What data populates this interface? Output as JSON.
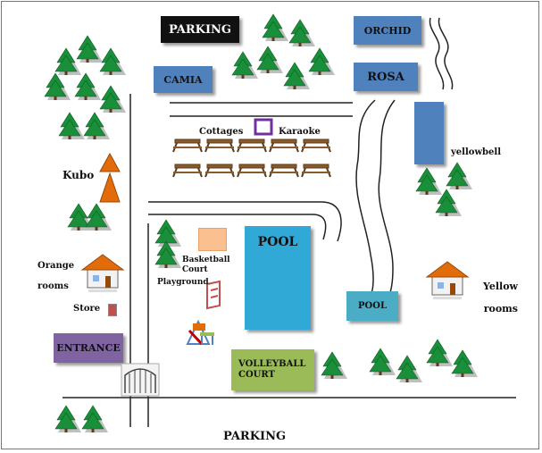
{
  "places": {
    "parking_top": "PARKING",
    "orchid": "ORCHID",
    "camia": "CAMIA",
    "rosa": "ROSA",
    "cottages": "Cottages",
    "karaoke": "Karaoke",
    "yellowbell": "yellowbell",
    "kubo": "Kubo",
    "pool_main": "POOL",
    "basketball_court": "Basketball Court",
    "playground": "Playground",
    "orange_rooms": "Orange rooms",
    "store": "Store",
    "pool_small": "POOL",
    "yellow_rooms": "Yellow rooms",
    "entrance": "ENTRANCE",
    "volleyball_court": "VOLLEYBALL COURT",
    "parking_bottom": "PARKING"
  },
  "colors": {
    "parking_box": "#111111",
    "building_blue": "#4f81bd",
    "pool_cyan": "#31a9d6",
    "small_pool": "#4bacc6",
    "entrance_purple": "#8064a2",
    "volleyball_green": "#9bbb59",
    "basketball_orange": "#fac090",
    "tree_green": "#1a8f3a",
    "tent_orange": "#e36c0a",
    "karaoke_purple": "#7030a0",
    "store_red": "#c0504d"
  }
}
